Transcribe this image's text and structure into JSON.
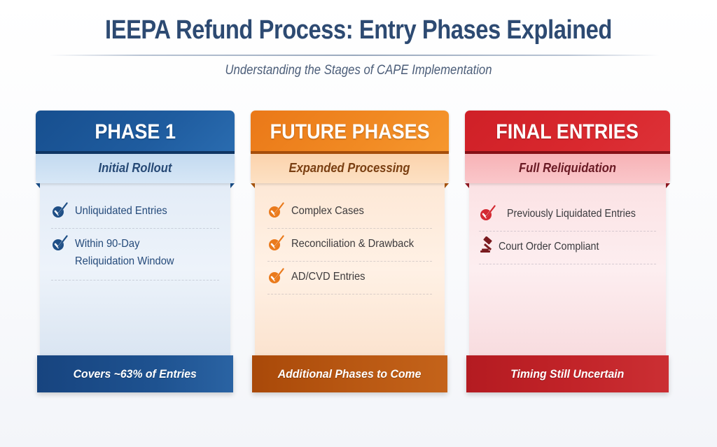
{
  "header": {
    "title": "IEEPA Refund Process: Entry Phases Explained",
    "subtitle": "Understanding the Stages of CAPE Implementation"
  },
  "cards": [
    {
      "title": "PHASE 1",
      "subtitle": "Initial Rollout",
      "accent": "#1f5c9f",
      "items": [
        {
          "icon": "checkmark-icon",
          "text": "Unliquidated Entries"
        },
        {
          "icon": "checkmark-icon",
          "text": "Within 90-Day",
          "text2": "Reliquidation Window"
        }
      ],
      "footer": "Covers ~63% of Entries"
    },
    {
      "title": "FUTURE PHASES",
      "subtitle": "Expanded Processing",
      "accent": "#f18a23",
      "items": [
        {
          "icon": "checkmark-icon",
          "text": "Complex Cases"
        },
        {
          "icon": "checkmark-icon",
          "text": "Reconciliation & Drawback"
        },
        {
          "icon": "checkmark-icon",
          "text": "AD/CVD Entries"
        }
      ],
      "footer": "Additional Phases to Come"
    },
    {
      "title": "FINAL ENTRIES",
      "subtitle": "Full Reliquidation",
      "accent": "#d9282e",
      "items": [
        {
          "icon": "checkmark-icon",
          "text": "Previously Liquidated Entries"
        },
        {
          "icon": "gavel-icon",
          "text": "Court Order Compliant"
        }
      ],
      "footer": "Timing Still Uncertain"
    }
  ]
}
